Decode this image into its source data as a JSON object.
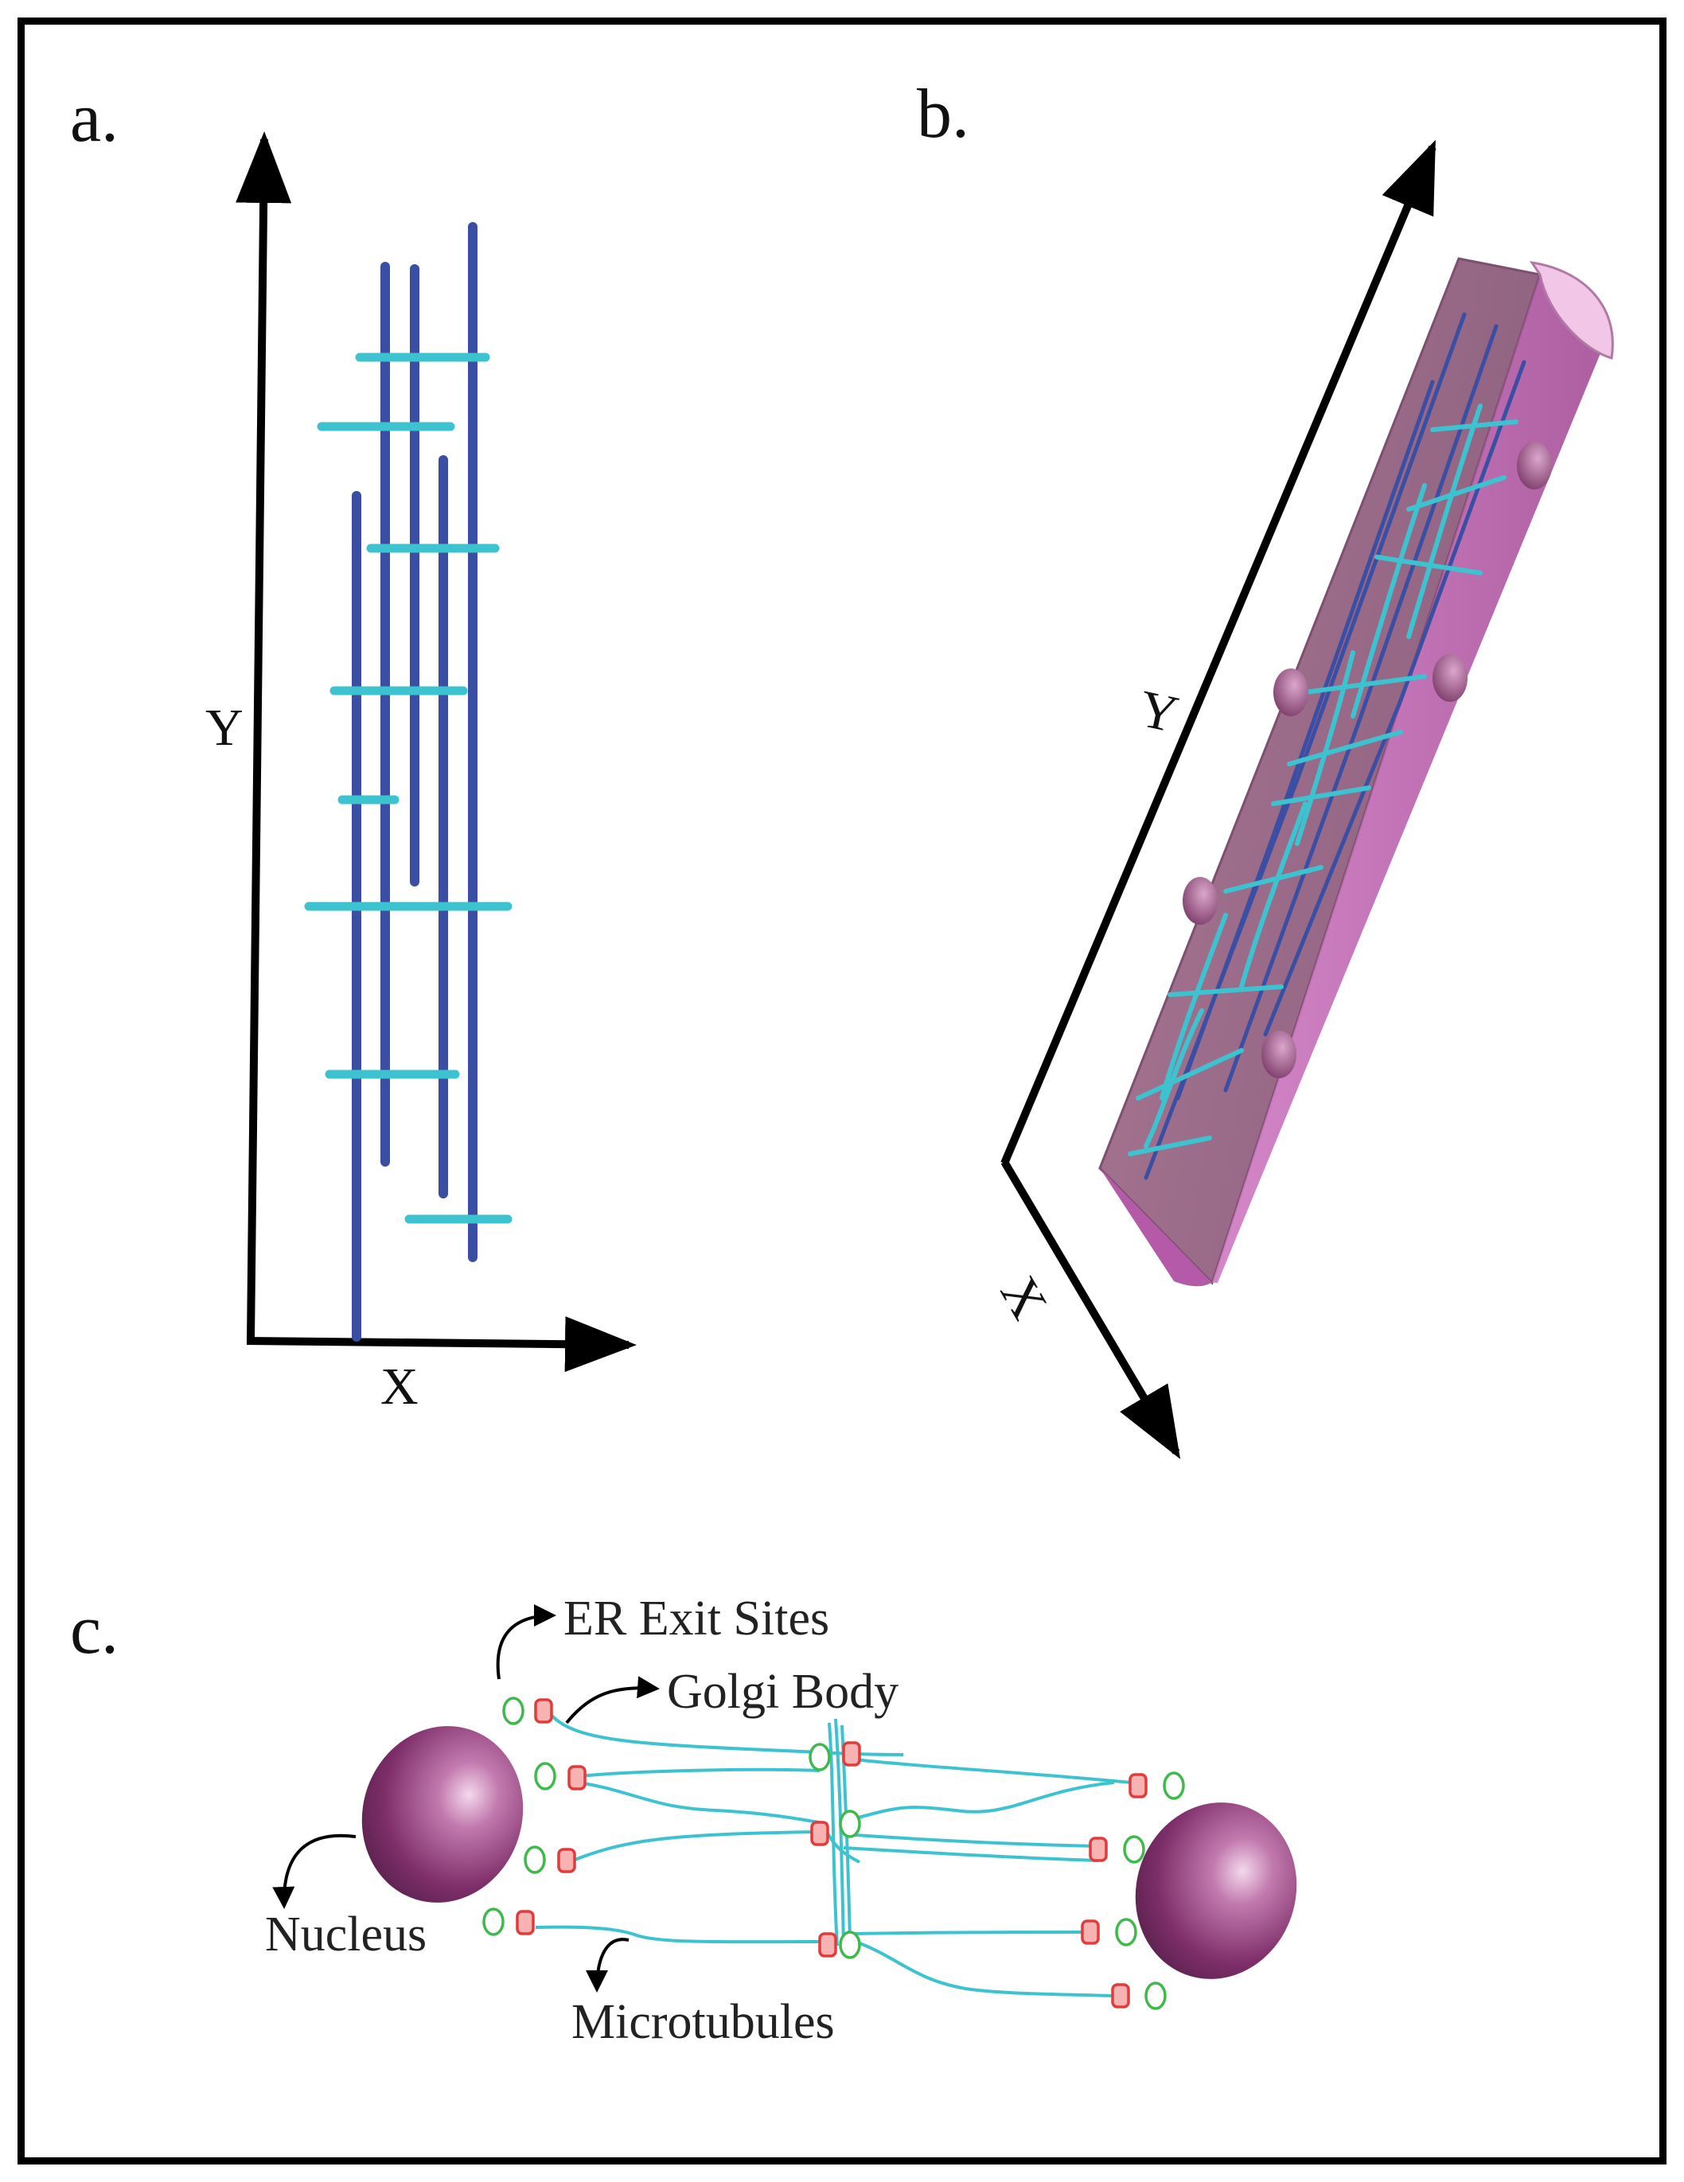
{
  "panels": {
    "a": {
      "label": "a.",
      "axis_y": "Y",
      "axis_x": "X"
    },
    "b": {
      "label": "b.",
      "axis_y": "Y",
      "axis_x": "X"
    },
    "c": {
      "label": "c.",
      "callouts": {
        "er_exit_sites": "ER Exit Sites",
        "golgi_body": "Golgi Body",
        "nucleus": "Nucleus",
        "microtubules": "Microtubules"
      }
    }
  },
  "colors": {
    "microtubule_dark": "#3a4fa3",
    "microtubule_cyan": "#3cc3cf",
    "cell_body": "#a5708f",
    "nucleus": "#8c3b78",
    "er_exit_site": "#e23b3b",
    "golgi": "#3fb94b"
  }
}
